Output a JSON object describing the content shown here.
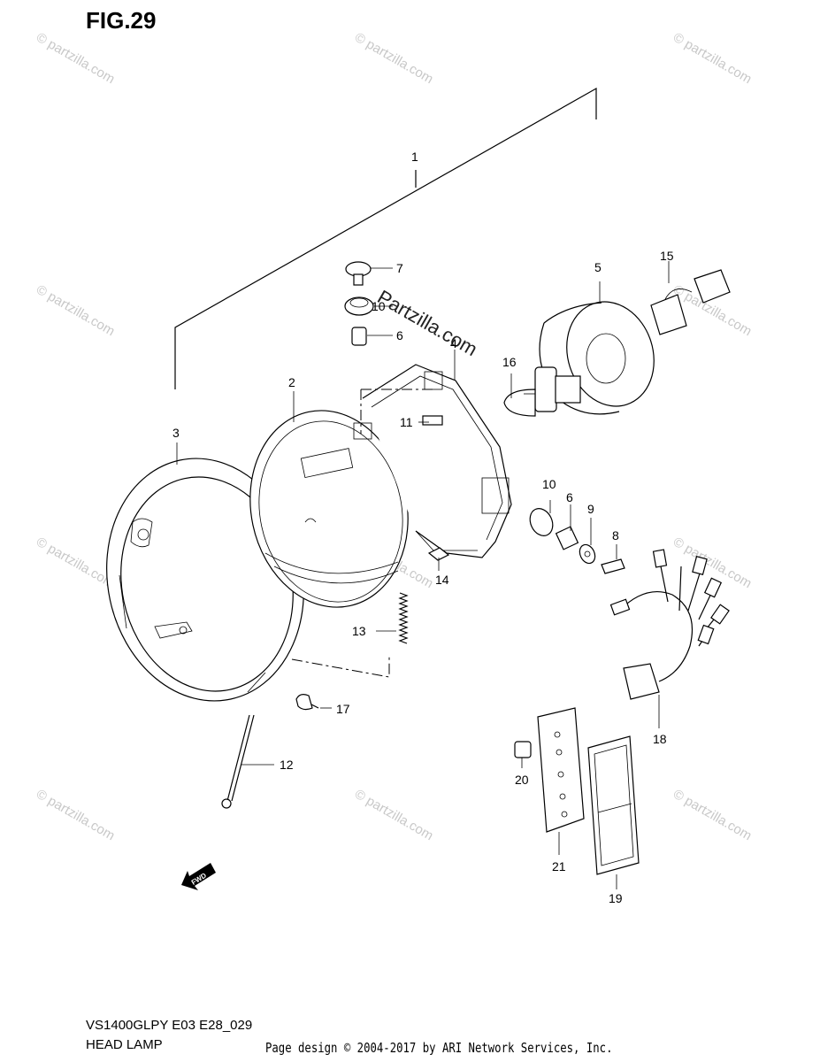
{
  "figure": {
    "title": "FIG.29",
    "model_code": "VS1400GLPY E03 E28_029",
    "section_name": "HEAD LAMP",
    "footer": "Page design © 2004-2017 by ARI Network Services, Inc.",
    "fwd_label": "FWD"
  },
  "watermark": {
    "text": "© partzilla.com",
    "center_text": "Partzilla.com"
  },
  "callouts": {
    "c1": "1",
    "c2": "2",
    "c3": "3",
    "c4": "4",
    "c5": "5",
    "c6a": "6",
    "c6b": "6",
    "c7": "7",
    "c8": "8",
    "c9": "9",
    "c10a": "10",
    "c10b": "10",
    "c11": "11",
    "c12": "12",
    "c13": "13",
    "c14": "14",
    "c15": "15",
    "c16": "16",
    "c17": "17",
    "c18": "18",
    "c19": "19",
    "c20": "20",
    "c21": "21"
  }
}
